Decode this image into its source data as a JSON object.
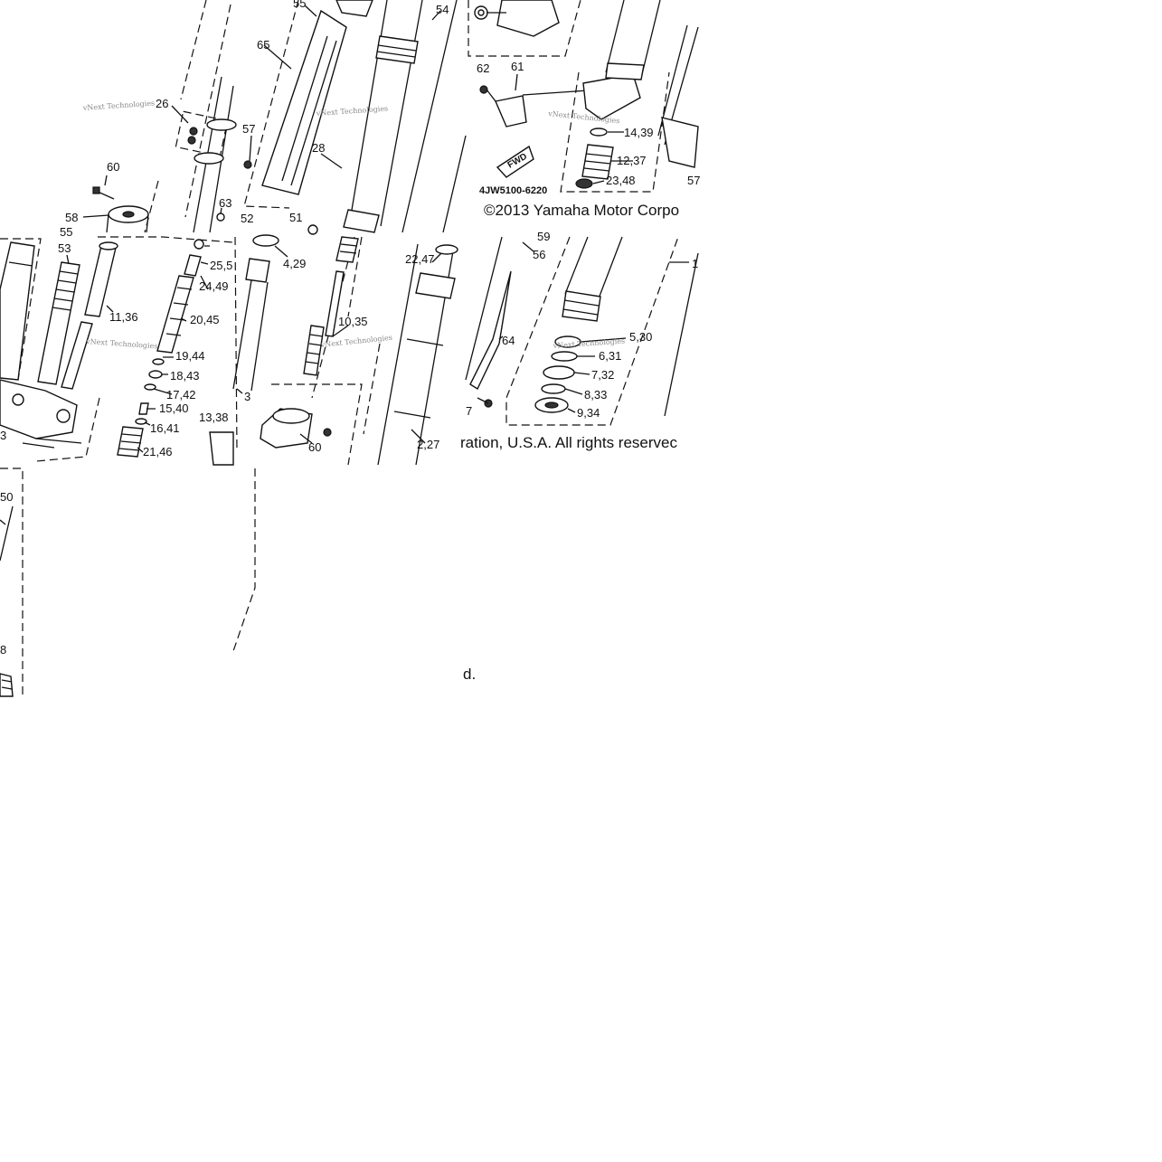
{
  "watermark": "vNext Technologies",
  "diagram_code": "4JW5100-6220",
  "fwd_label": "FWD",
  "copyright": {
    "line1": "©2013 Yamaha Motor Corpo",
    "line2": "ration, U.S.A. All rights reservec",
    "line3": "d."
  },
  "labels": {
    "l55a": "55",
    "l54": "54",
    "l65": "65",
    "l26": "26",
    "l57a": "57",
    "l28": "28",
    "l62": "62",
    "l61": "61",
    "l14_39": "14,39",
    "l12_37": "12,37",
    "l23_48": "23,48",
    "l57b": "57",
    "l60a": "60",
    "l58": "58",
    "l55b": "55",
    "l63": "63",
    "l52": "52",
    "l51": "51",
    "l53": "53",
    "l25_50a": "25,5",
    "l4_29": "4,29",
    "l22_47": "22,47",
    "l59": "59",
    "l56": "56",
    "l1": "1",
    "l24_49": "24,49",
    "l11_36": "11,36",
    "l20_45": "20,45",
    "l10_35": "10,35",
    "l64": "64",
    "l5_30": "5,30",
    "l6_31": "6,31",
    "l7_32": "7,32",
    "l19_44": "19,44",
    "l18_43": "18,43",
    "l17_42": "17,42",
    "l15_40": "15,40",
    "l8_33": "8,33",
    "l9_34": "9,34",
    "l3": "3",
    "l13_38": "13,38",
    "l16_41": "16,41",
    "l60b": "60",
    "l21_46": "21,46",
    "l2_27": "2,27",
    "l27": "7",
    "l50": "50",
    "l3b": "3",
    "l8b": "8"
  }
}
